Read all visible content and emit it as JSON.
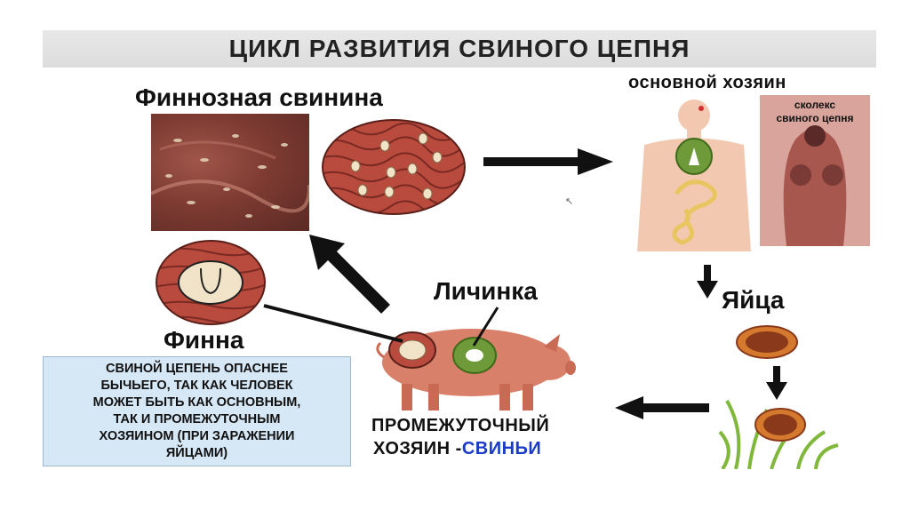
{
  "title": "ЦИКЛ РАЗВИТИЯ СВИНОГО ЦЕПНЯ",
  "labels": {
    "finnoznaya": "Финнозная свинина",
    "definitive_host": "основной хозяин",
    "scolex_line1": "сколекс",
    "scolex_line2": "свиного цепня",
    "eggs": "Яйца",
    "larva": "Личинка",
    "finna": "Финна",
    "intermediate_line1": "ПРОМЕЖУТОЧНЫЙ",
    "intermediate_line2_prefix": "ХОЗЯИН -",
    "intermediate_line2_highlight": "СВИНЬИ"
  },
  "note": {
    "lines": [
      "СВИНОЙ ЦЕПЕНЬ ОПАСНЕЕ",
      "БЫЧЬЕГО, ТАК КАК ЧЕЛОВЕК",
      "МОЖЕТ БЫТЬ КАК ОСНОВНЫМ,",
      "ТАК И ПРОМЕЖУТОЧНЫМ",
      "ХОЗЯИНОМ (ПРИ ЗАРАЖЕНИИ",
      "ЯЙЦАМИ)"
    ]
  },
  "colors": {
    "muscle": "#b84a3e",
    "muscle_stripe": "#7a2a22",
    "pig": "#d9806a",
    "human": "#f2c9b0",
    "larva_circle": "#6f9a3a",
    "egg_outer": "#d4792e",
    "egg_inner": "#8a3a1a",
    "accent_blue": "#1a3cc8"
  }
}
